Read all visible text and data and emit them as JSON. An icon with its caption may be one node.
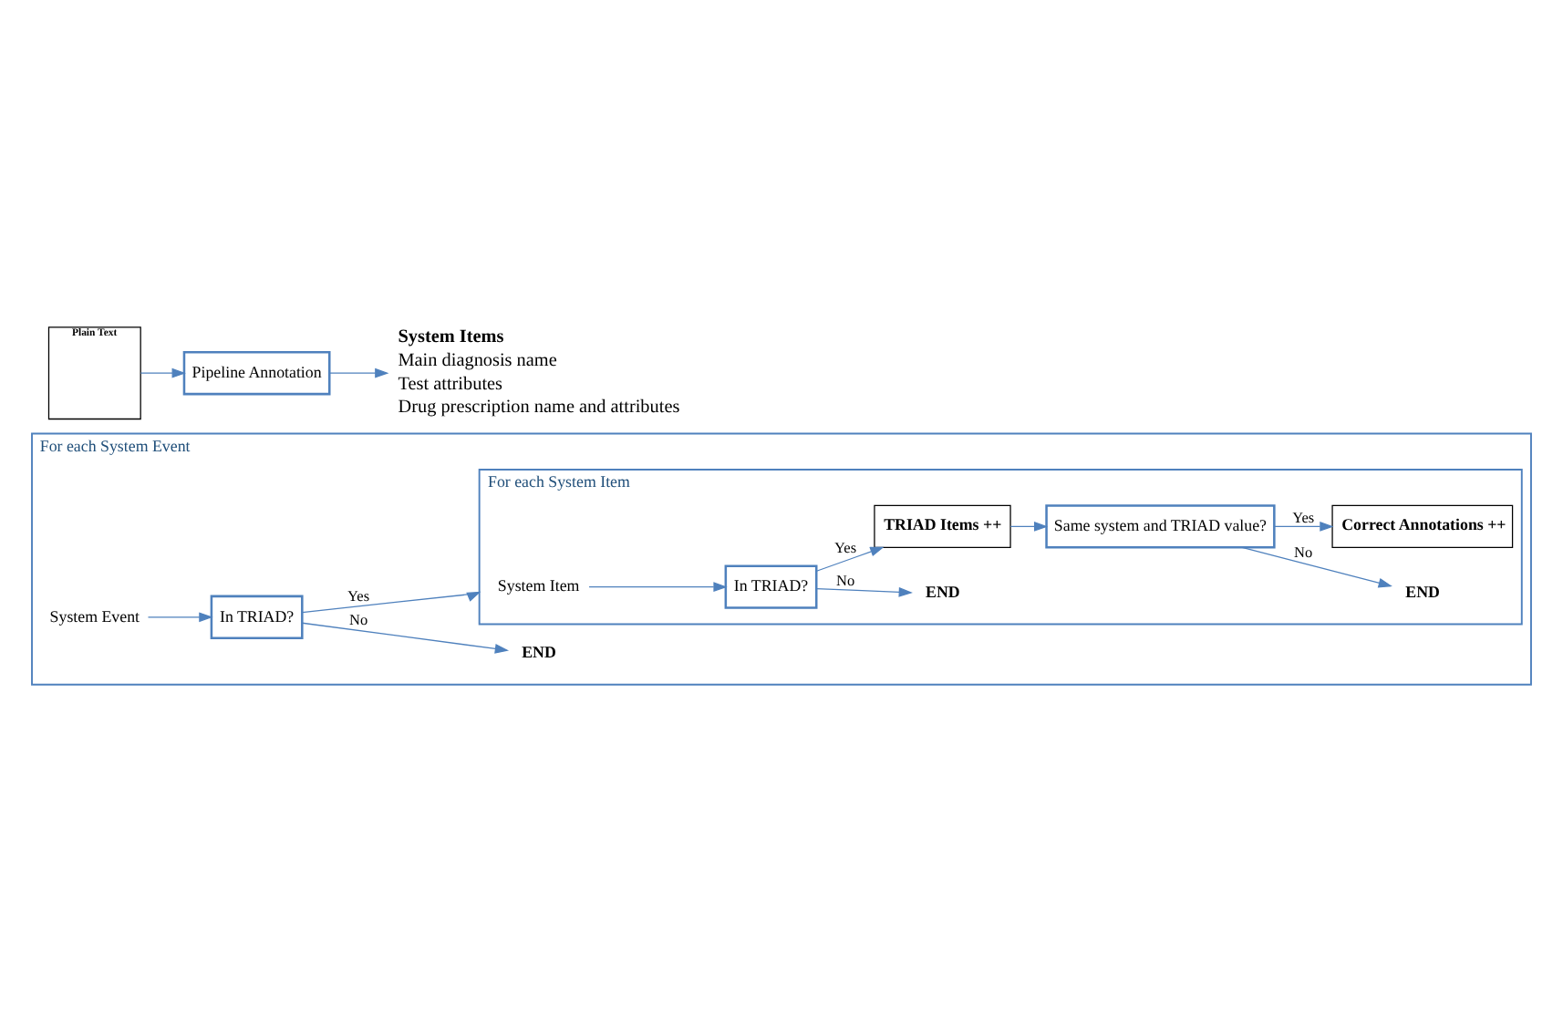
{
  "diagram": {
    "nodes": [
      {
        "text": [
          "Plain Text"
        ]
      },
      {
        "text": [
          "Pipeline Annotation"
        ]
      },
      {
        "text": [
          "System Items",
          "Main diagnosis name",
          "Test attributes",
          "Drug prescription name and attributes"
        ]
      },
      {
        "text": [
          "For each System Event"
        ]
      },
      {
        "text": [
          "System Event"
        ],
        "in": 3
      },
      {
        "text": [
          "In TRIAD?"
        ],
        "in": 3
      },
      {
        "text": [
          "END"
        ],
        "in": 3
      },
      {
        "text": [
          "For each System Item"
        ],
        "in": 3
      },
      {
        "text": [
          "System Item"
        ],
        "in": 7
      },
      {
        "text": [
          "In TRIAD?"
        ],
        "in": 7
      },
      {
        "text": [
          "END"
        ],
        "in": 7
      },
      {
        "text": [
          "TRIAD Items ++"
        ],
        "in": 7
      },
      {
        "text": [
          "Same system and TRIAD value?"
        ],
        "in": 7
      },
      {
        "text": [
          "END"
        ],
        "in": 7
      },
      {
        "text": [
          "Correct Annotations ++"
        ],
        "in": 7
      }
    ],
    "edges": [
      {
        "from": 0,
        "to": 1,
        "arrow": "to"
      },
      {
        "from": 1,
        "to": 2,
        "arrow": "to"
      },
      {
        "from": 4,
        "to": 5,
        "arrow": "to"
      },
      {
        "from": 5,
        "to": 6,
        "arrow": "to",
        "label": "No"
      },
      {
        "from": 5,
        "to": 7,
        "arrow": "to",
        "label": "Yes"
      },
      {
        "from": 8,
        "to": 9,
        "arrow": "to"
      },
      {
        "from": 9,
        "to": 10,
        "arrow": "to",
        "label": "No"
      },
      {
        "from": 9,
        "to": 11,
        "arrow": "to",
        "label": "Yes"
      },
      {
        "from": 11,
        "to": 12,
        "arrow": "to"
      },
      {
        "from": 12,
        "to": 13,
        "arrow": "to",
        "label": "No"
      },
      {
        "from": 12,
        "to": 14,
        "arrow": "to",
        "label": "Yes"
      }
    ]
  }
}
